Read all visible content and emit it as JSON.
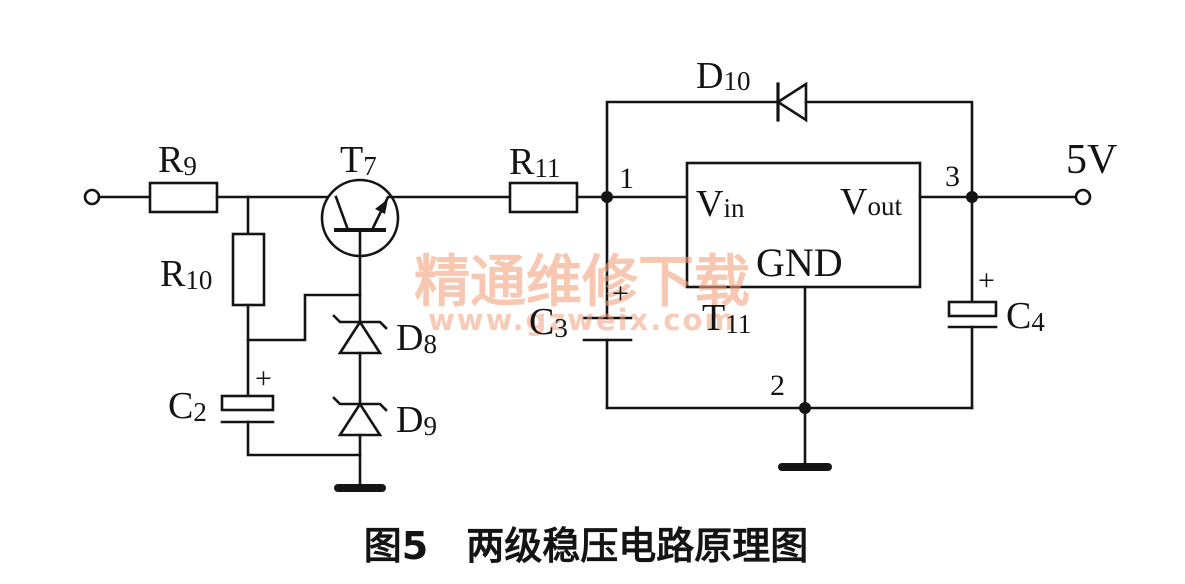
{
  "labels": {
    "r9": {
      "base": "R",
      "sub": "9"
    },
    "t7": {
      "base": "T",
      "sub": "7"
    },
    "r11": {
      "base": "R",
      "sub": "11"
    },
    "d10": {
      "base": "D",
      "sub": "10"
    },
    "r10": {
      "base": "R",
      "sub": "10"
    },
    "c2": {
      "base": "C",
      "sub": "2"
    },
    "c3": {
      "base": "C",
      "sub": "3"
    },
    "c4": {
      "base": "C",
      "sub": "4"
    },
    "d8": {
      "base": "D",
      "sub": "8"
    },
    "d9": {
      "base": "D",
      "sub": "9"
    },
    "t11": {
      "base": "T",
      "sub": "11"
    }
  },
  "regulator": {
    "vin": {
      "base": "V",
      "sub": "in"
    },
    "vout": {
      "base": "V",
      "sub": "out"
    },
    "gnd": "GND"
  },
  "pins": {
    "p1": "1",
    "p2": "2",
    "p3": "3"
  },
  "output_voltage": "5V",
  "polarity_mark": "+",
  "caption": "图5　两级稳压电路原理图",
  "watermark": {
    "line1": "精通维修下载",
    "line2": "www.gzweix.com"
  },
  "colors": {
    "ink": "#141414",
    "watermark": "#f2a27e"
  }
}
